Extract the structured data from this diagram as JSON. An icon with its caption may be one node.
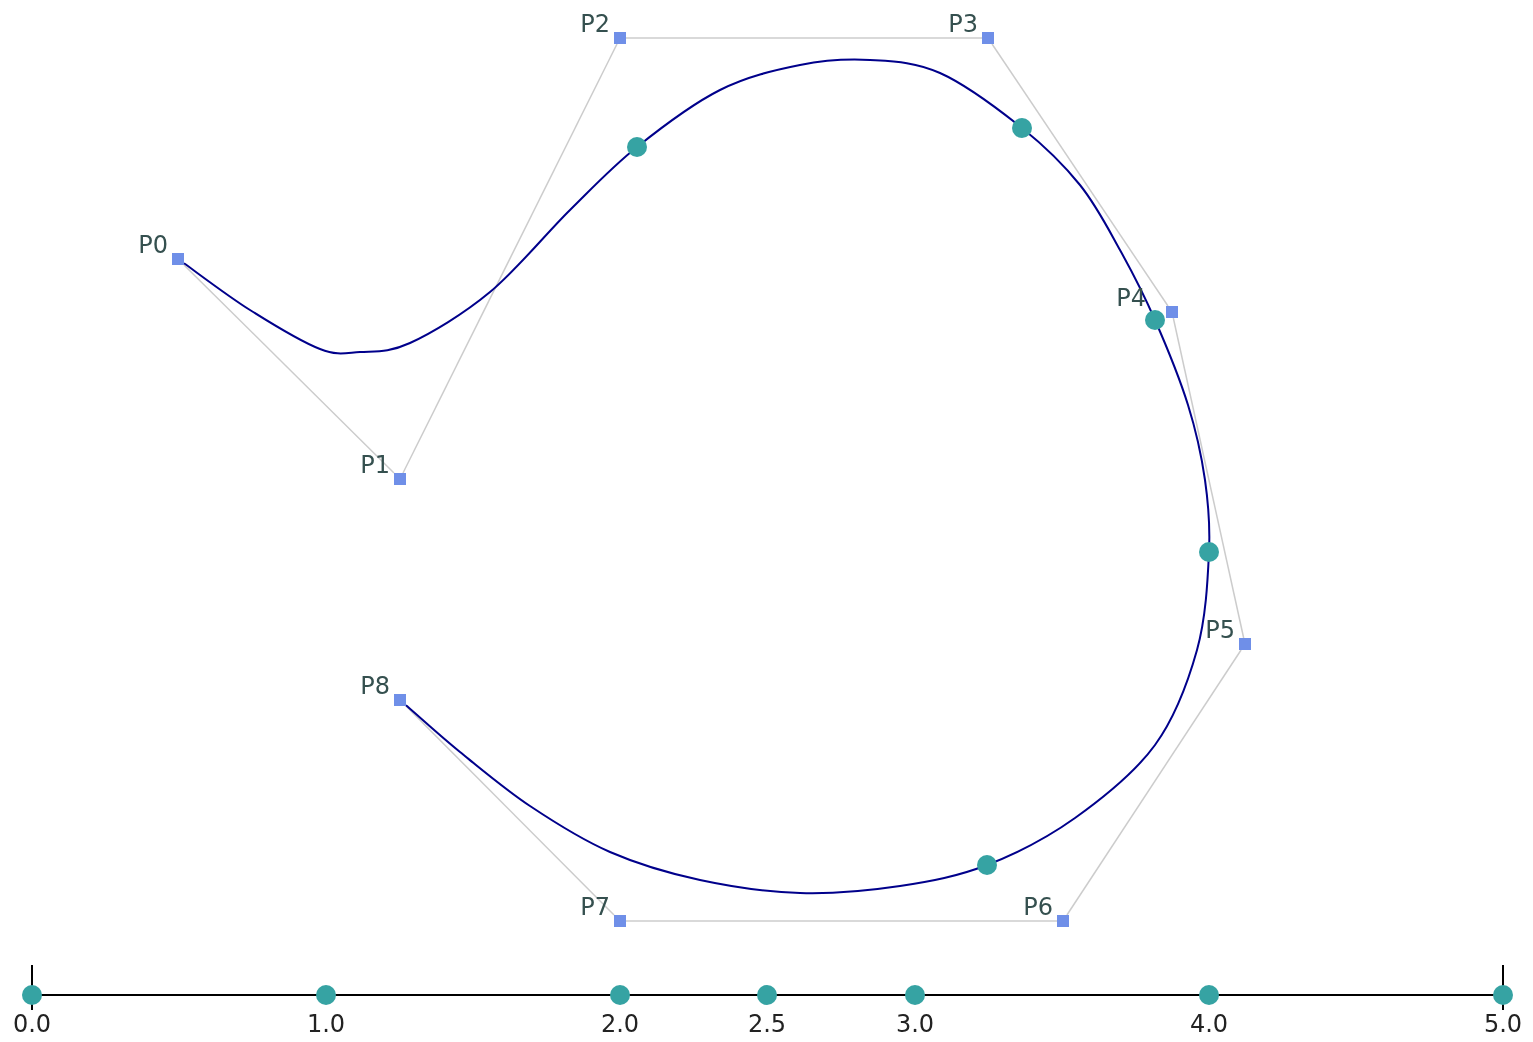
{
  "diagram": {
    "nodes": [
      {
        "text": [
          "P0"
        ]
      },
      {
        "text": [
          "P1"
        ]
      },
      {
        "text": [
          "P2"
        ]
      },
      {
        "text": [
          "P3"
        ]
      },
      {
        "text": [
          "P4"
        ]
      },
      {
        "text": [
          "P5"
        ]
      },
      {
        "text": [
          "P6"
        ]
      },
      {
        "text": [
          "P7"
        ]
      },
      {
        "text": [
          "P8"
        ]
      }
    ],
    "edges": [
      {
        "from": 0,
        "to": 1,
        "arrow": "none"
      },
      {
        "from": 1,
        "to": 2,
        "arrow": "none"
      },
      {
        "from": 2,
        "to": 3,
        "arrow": "none"
      },
      {
        "from": 3,
        "to": 4,
        "arrow": "none"
      },
      {
        "from": 4,
        "to": 5,
        "arrow": "none"
      },
      {
        "from": 5,
        "to": 6,
        "arrow": "none"
      },
      {
        "from": 6,
        "to": 7,
        "arrow": "none"
      },
      {
        "from": 7,
        "to": 8,
        "arrow": "none"
      },
      {
        "from": 0,
        "to": 8,
        "arrow": "none",
        "color": "#00008b"
      }
    ],
    "labels": [
      "0.0",
      "1.0",
      "2.0",
      "2.5",
      "3.0",
      "4.0",
      "5.0"
    ]
  }
}
